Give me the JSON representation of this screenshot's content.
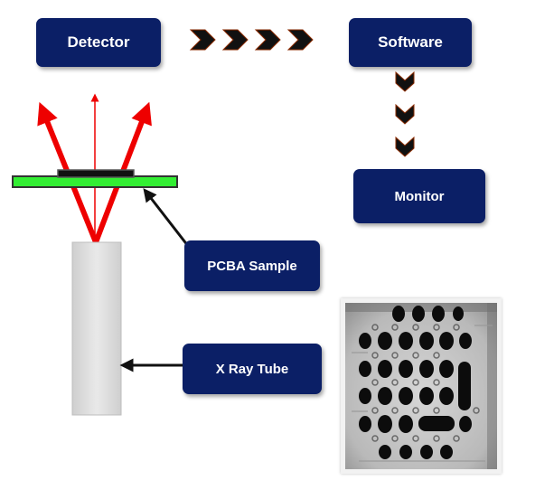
{
  "boxes": {
    "detector": "Detector",
    "software": "Software",
    "monitor": "Monitor",
    "pcba_sample": "PCBA Sample",
    "xray_tube": "X Ray Tube"
  },
  "colors": {
    "box_fill": "#0b1f66",
    "ray_red": "#ee0000",
    "board_green": "#33ee33",
    "tube_gray": "#d9d9d9"
  }
}
